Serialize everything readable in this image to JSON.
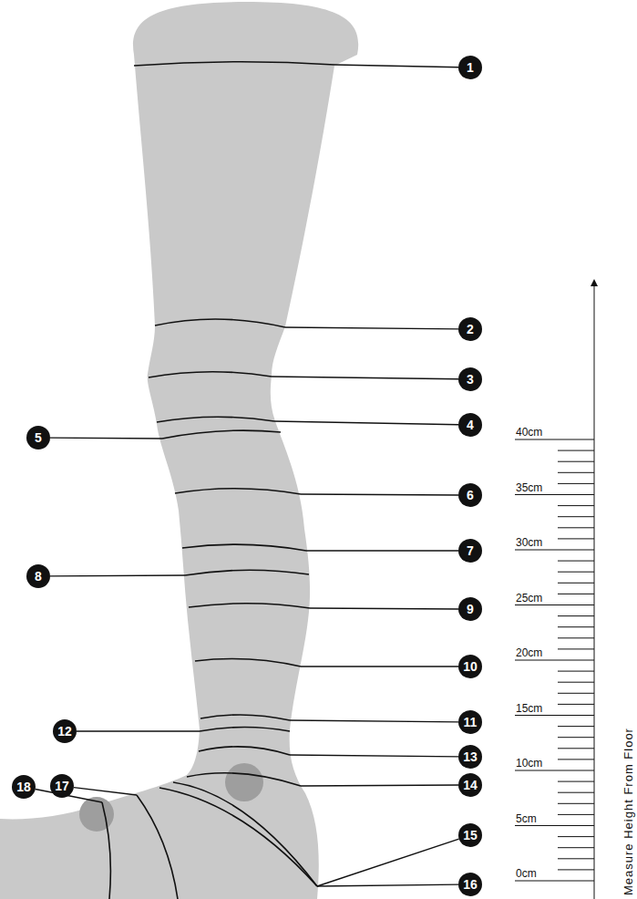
{
  "diagram": {
    "nodes": [
      {
        "text": [
          "1"
        ]
      },
      {
        "text": [
          "2"
        ]
      },
      {
        "text": [
          "3"
        ]
      },
      {
        "text": [
          "4"
        ]
      },
      {
        "text": [
          "5"
        ]
      },
      {
        "text": [
          "6"
        ]
      },
      {
        "text": [
          "7"
        ]
      },
      {
        "text": [
          "8"
        ]
      },
      {
        "text": [
          "9"
        ]
      },
      {
        "text": [
          "10"
        ]
      },
      {
        "text": [
          "11"
        ]
      },
      {
        "text": [
          "12"
        ]
      },
      {
        "text": [
          "13"
        ]
      },
      {
        "text": [
          "14"
        ]
      },
      {
        "text": [
          "15"
        ]
      },
      {
        "text": [
          "16"
        ]
      },
      {
        "text": [
          "17"
        ]
      },
      {
        "text": [
          "18"
        ]
      }
    ],
    "labels": [
      "40cm",
      "35cm",
      "30cm",
      "25cm",
      "20cm",
      "15cm",
      "10cm",
      "5cm",
      "0cm",
      "Measure Height From Floor"
    ]
  }
}
